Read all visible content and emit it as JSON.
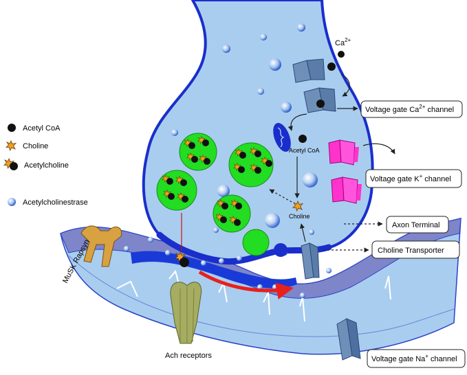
{
  "legend": {
    "acetyl_coa": "Acetyl CoA",
    "choline": "Choline",
    "acetylcholine": "Acetylcholine",
    "acetylcholinestrase": "Acetylcholinestrase"
  },
  "labels": {
    "ca": "Ca",
    "ca_sup": "2+",
    "acetyl_coa_inner": "Acetyl CoA",
    "choline_inner": "Choline",
    "musk_rapsyn": "MuSK Rapsyn",
    "ach_receptors": "Ach receptors"
  },
  "callouts": {
    "ca_channel": "Voltage gate Ca",
    "ca_channel_sup": "2+",
    "ca_channel_suffix": " channel",
    "k_channel": "Voltage gate K",
    "k_channel_sup": "+",
    "k_channel_suffix": " channel",
    "axon_terminal": "Axon Terminal",
    "choline_transporter": "Choline Transporter",
    "na_channel": "Voltage gate Na",
    "na_channel_sup": "+",
    "na_channel_suffix": " channel"
  },
  "colors": {
    "terminal_fill": "#a9cdef",
    "terminal_stroke": "#1a2ecc",
    "vesicle_green": "#22dd22",
    "channel_k": "#ff33cc",
    "channel_ca": "#6e90b8",
    "muscle_fill": "#a9cdef",
    "arrow_red": "#e8201c"
  }
}
